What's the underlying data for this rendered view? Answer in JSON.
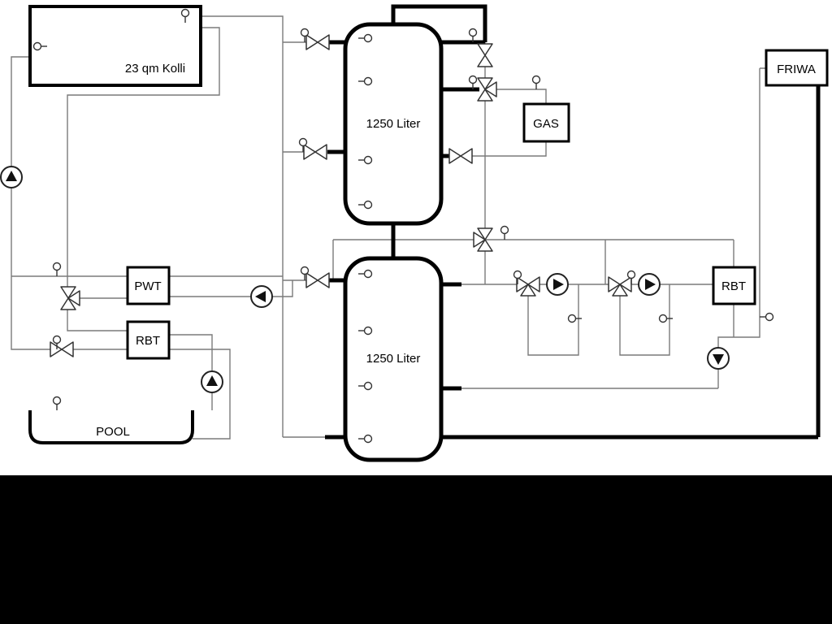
{
  "labels": {
    "collector": "23 qm Kolli",
    "tank_top": "1250 Liter",
    "tank_bottom": "1250 Liter",
    "pwt": "PWT",
    "rbt_left": "RBT",
    "rbt_right": "RBT",
    "gas": "GAS",
    "friwa": "FRIWA",
    "pool": "POOL"
  },
  "colors": {
    "background": "#ffffff",
    "pipe_thin": "#7a7a7a",
    "pipe_thick": "#000000",
    "component_stroke": "#333333",
    "bottom_mask": "#000000"
  }
}
